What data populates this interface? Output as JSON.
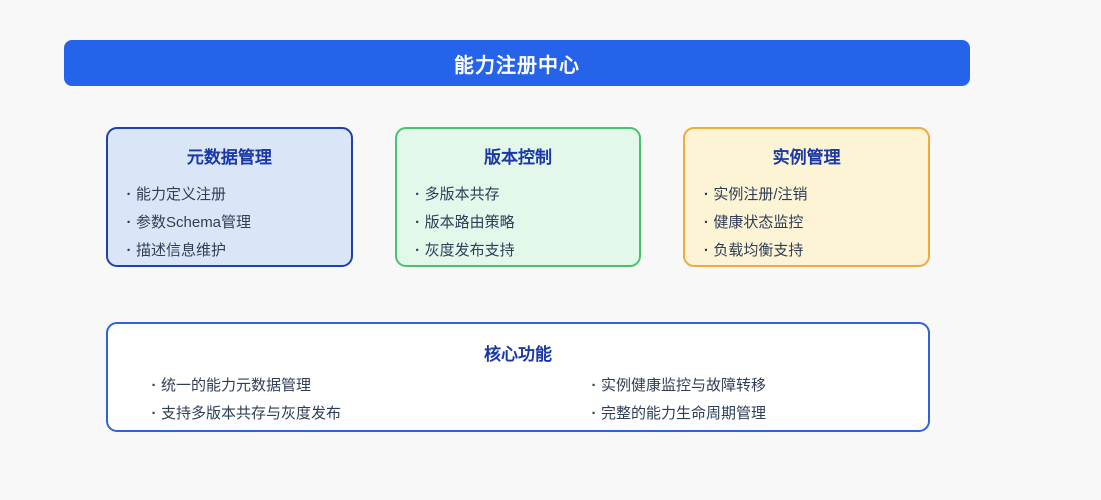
{
  "page": {
    "background": "#F8F8F8"
  },
  "header": {
    "title": "能力注册中心",
    "bg_color": "#2563EB",
    "text_color": "#FFFFFF"
  },
  "bullet": "·",
  "cards": [
    {
      "title": "元数据管理",
      "bg_color": "#DAE6F8",
      "border_color": "#1F41AE",
      "items": [
        "能力定义注册",
        "参数Schema管理",
        "描述信息维护"
      ]
    },
    {
      "title": "版本控制",
      "bg_color": "#E3F8EA",
      "border_color": "#48C46B",
      "items": [
        "多版本共存",
        "版本路由策略",
        "灰度发布支持"
      ]
    },
    {
      "title": "实例管理",
      "bg_color": "#FCF4D5",
      "border_color": "#F0A93C",
      "items": [
        "实例注册/注销",
        "健康状态监控",
        "负载均衡支持"
      ]
    }
  ],
  "core": {
    "title": "核心功能",
    "border_color": "#2E63DA",
    "title_color": "#1B38A6",
    "left_items": [
      "统一的能力元数据管理",
      "支持多版本共存与灰度发布"
    ],
    "right_items": [
      "实例健康监控与故障转移",
      "完整的能力生命周期管理"
    ]
  }
}
